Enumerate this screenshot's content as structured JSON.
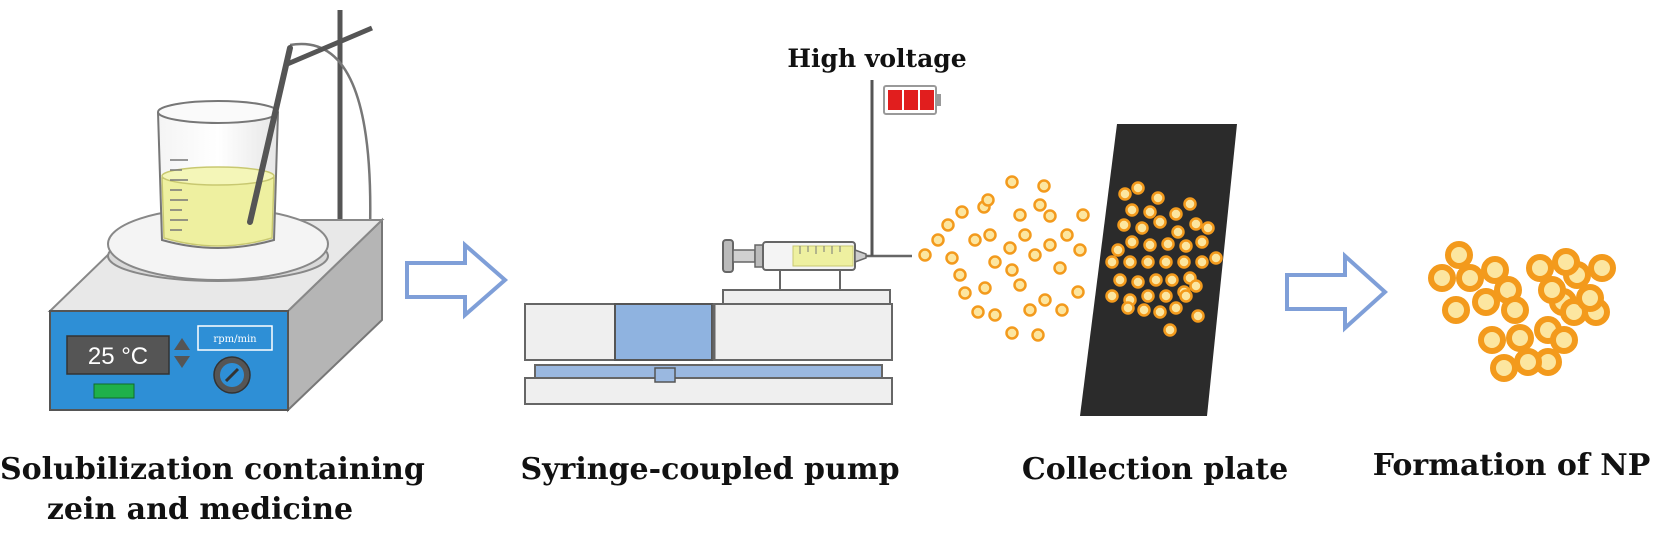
{
  "hotplate": {
    "temperature": "25 °C",
    "speed_label": "rpm/min"
  },
  "high_voltage_label": "High voltage",
  "captions": {
    "step1_line1": "Solubilization containing",
    "step1_line2": "zein and medicine",
    "step2": "Syringe-coupled pump",
    "step3": "Collection plate",
    "step4": "Formation of NP"
  },
  "colors": {
    "arrow": "#7f9fd8",
    "panel_blue": "#2e8fd6",
    "liquid": "#eef0a0",
    "particle": "#f39a1c",
    "particle_core": "#fce6a0",
    "plate": "#2b2b2b",
    "battery": "#e11e1e"
  }
}
